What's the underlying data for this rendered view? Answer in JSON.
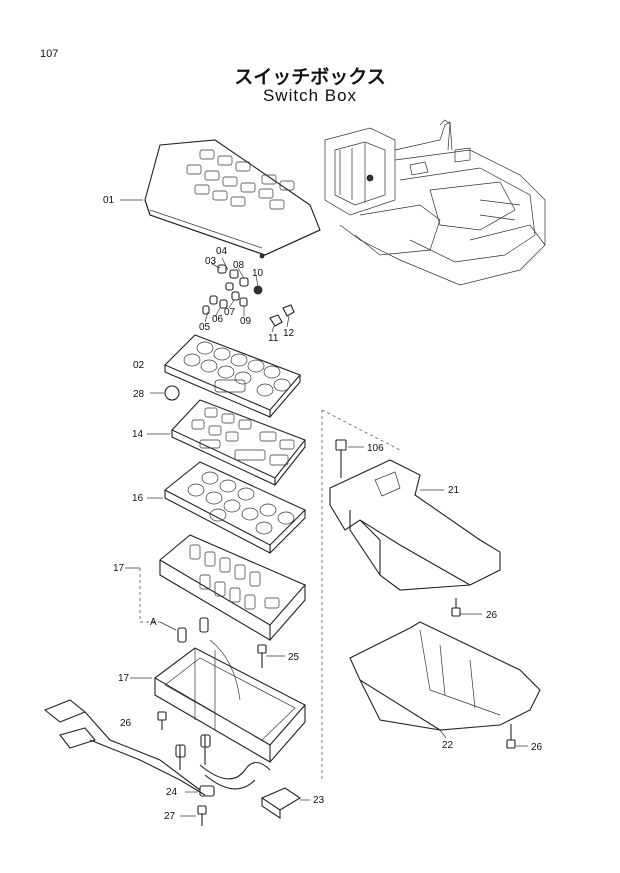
{
  "header": {
    "page_number": "107",
    "title_jp": "スイッチボックス",
    "title_en": "Switch Box"
  },
  "callouts": [
    {
      "id": "01",
      "label": "01"
    },
    {
      "id": "02",
      "label": "02"
    },
    {
      "id": "03",
      "label": "03"
    },
    {
      "id": "04",
      "label": "04"
    },
    {
      "id": "05",
      "label": "05"
    },
    {
      "id": "06",
      "label": "06"
    },
    {
      "id": "07",
      "label": "07"
    },
    {
      "id": "08",
      "label": "08"
    },
    {
      "id": "09",
      "label": "09"
    },
    {
      "id": "10",
      "label": "10"
    },
    {
      "id": "11",
      "label": "11"
    },
    {
      "id": "12",
      "label": "12"
    },
    {
      "id": "14",
      "label": "14"
    },
    {
      "id": "16",
      "label": "16"
    },
    {
      "id": "17",
      "label": "17"
    },
    {
      "id": "17b",
      "label": "17"
    },
    {
      "id": "21",
      "label": "21"
    },
    {
      "id": "22",
      "label": "22"
    },
    {
      "id": "23",
      "label": "23"
    },
    {
      "id": "24",
      "label": "24"
    },
    {
      "id": "25",
      "label": "25"
    },
    {
      "id": "26a",
      "label": "26"
    },
    {
      "id": "26b",
      "label": "26"
    },
    {
      "id": "26c",
      "label": "26"
    },
    {
      "id": "27",
      "label": "27"
    },
    {
      "id": "28",
      "label": "28"
    },
    {
      "id": "106",
      "label": "106"
    },
    {
      "id": "A",
      "label": "A"
    }
  ]
}
